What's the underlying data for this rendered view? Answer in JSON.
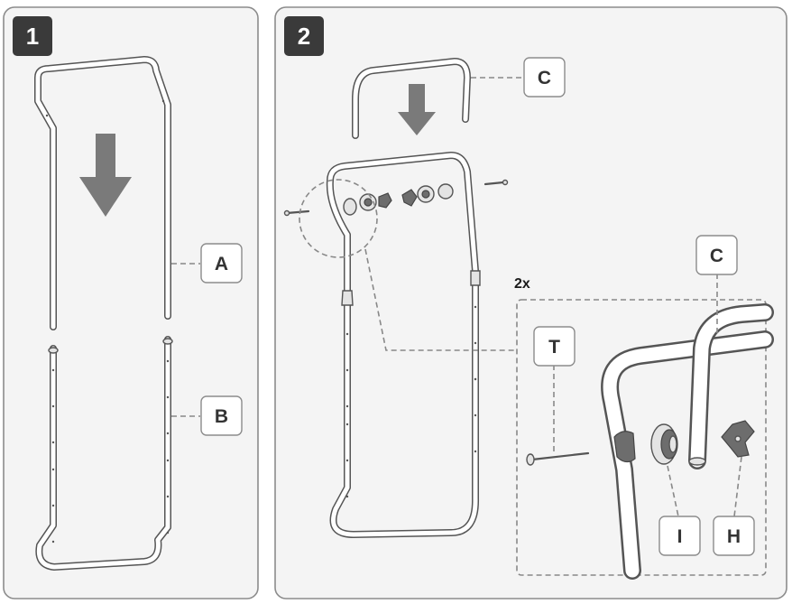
{
  "steps": [
    {
      "number": "1",
      "labels": {
        "upper_frame": "A",
        "lower_frame": "B"
      }
    },
    {
      "number": "2",
      "quantity": "2x",
      "labels": {
        "top_handle": "C",
        "detail_handle": "C",
        "bolt": "T",
        "nut": "I",
        "knob": "H"
      }
    }
  ],
  "colors": {
    "panel_fill": "#f4f4f4",
    "panel_border": "#8c8c8c",
    "step_badge": "#3a3a3a",
    "arrow": "#7a7a7a",
    "tube": "#555555"
  },
  "icons": [
    "down-arrow-icon",
    "bolt-icon",
    "nut-icon",
    "knob-icon"
  ]
}
